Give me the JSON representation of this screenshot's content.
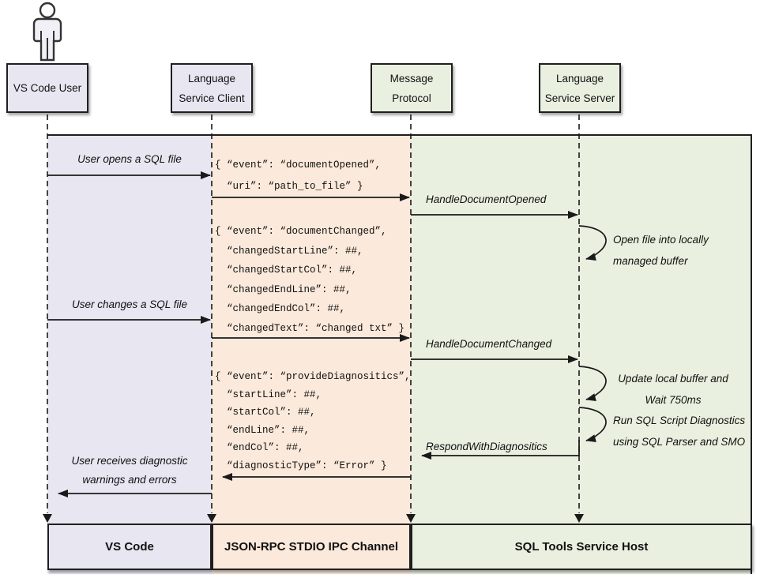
{
  "actors": [
    {
      "lines": [
        "VS Code User"
      ]
    },
    {
      "lines": [
        "Language",
        "Service Client"
      ]
    },
    {
      "lines": [
        "Message",
        "Protocol"
      ]
    },
    {
      "lines": [
        "Language",
        "Service Server"
      ]
    }
  ],
  "bottom_lanes": [
    {
      "label": "VS Code"
    },
    {
      "label": "JSON-RPC STDIO IPC Channel"
    },
    {
      "label": "SQL Tools Service Host"
    }
  ],
  "messages": {
    "user_opens": "User opens a SQL file",
    "handle_document_opened": "HandleDocumentOpened",
    "open_file_note": [
      "Open file into locally",
      "managed buffer"
    ],
    "user_changes": "User changes a SQL file",
    "handle_document_changed": "HandleDocumentChanged",
    "update_buffer_note": [
      "Update local buffer and",
      "Wait 750ms"
    ],
    "run_diagnostics_note": [
      "Run SQL Script Diagnostics",
      "using SQL Parser and SMO"
    ],
    "respond_with_diagnostics": "RespondWithDiagnositics",
    "user_receives_note": [
      "User receives diagnostic",
      "warnings and errors"
    ]
  },
  "payloads": {
    "document_opened": [
      "{ “event”: “documentOpened”,",
      "  “uri”: “path_to_file” }"
    ],
    "document_changed": [
      "{ “event”: “documentChanged”,",
      "  “changedStartLine”: ##,",
      "  “changedStartCol”: ##,",
      "  “changedEndLine”: ##,",
      "  “changedEndCol”: ##,",
      "  “changedText”: “changed txt” }"
    ],
    "provide_diagnostics": [
      "{ “event”: “provideDiagnositics”,",
      "  “startLine”: ##,",
      "  “startCol”: ##,",
      "  “endLine”: ##,",
      "  “endCol”: ##,",
      "  “diagnosticType”: “Error” }"
    ]
  },
  "colors": {
    "vscode_lane": "#e7e6f1",
    "ipc_lane": "#fbe9db",
    "host_lane": "#e9f0e0",
    "border": "#1f1f1f"
  }
}
